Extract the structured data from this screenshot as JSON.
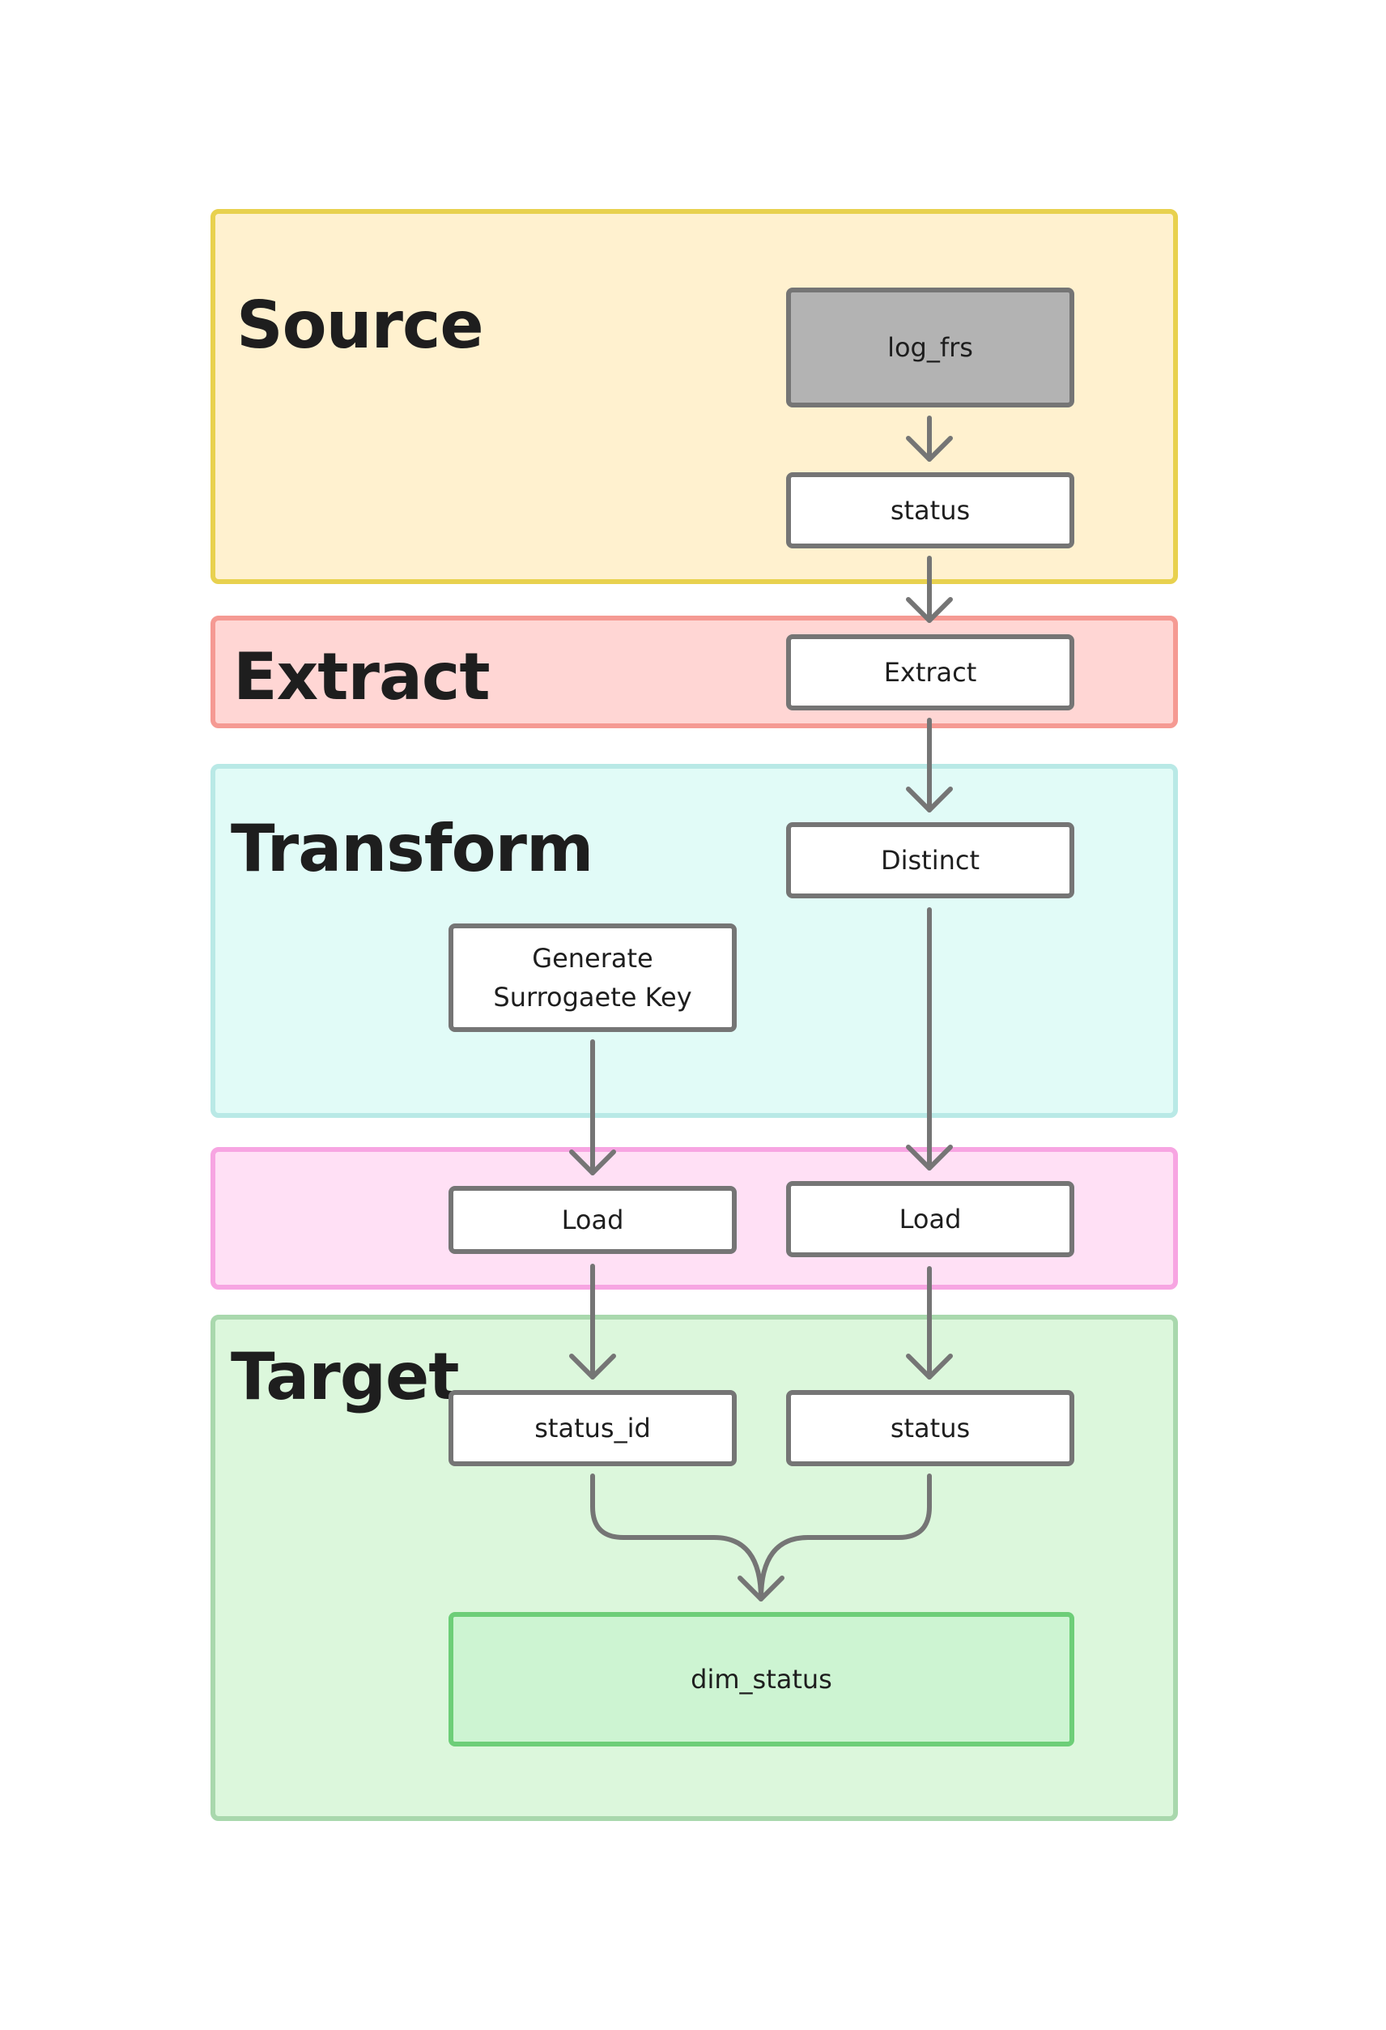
{
  "lanes": {
    "source": {
      "title": "Source",
      "fill": "#fff1cf",
      "border": "#e8d14f"
    },
    "extract": {
      "title": "Extract",
      "fill": "#ffd6d4",
      "border": "#f59a93"
    },
    "transform": {
      "title": "Transform",
      "fill": "#e1fbf7",
      "border": "#b9e9e6"
    },
    "load": {
      "title": "",
      "fill": "#ffe0f5",
      "border": "#f7a5e2"
    },
    "target": {
      "title": "Target",
      "fill": "#dcf7dc",
      "border": "#a9d8ad"
    }
  },
  "nodes": {
    "log_frs": "log_frs",
    "status_source": "status",
    "extract": "Extract",
    "distinct": "Distinct",
    "generate_key": "Generate Surrogaete Key",
    "load_key": "Load",
    "load_status": "Load",
    "status_id": "status_id",
    "status_target": "status",
    "dim_status": "dim_status"
  },
  "colors": {
    "connector": "#757575",
    "node_border": "#757575",
    "source_table_fill": "#b3b3b3",
    "dim_table_fill": "#cdf4d2",
    "dim_table_border": "#6dce78",
    "text": "#1e1e1e"
  }
}
